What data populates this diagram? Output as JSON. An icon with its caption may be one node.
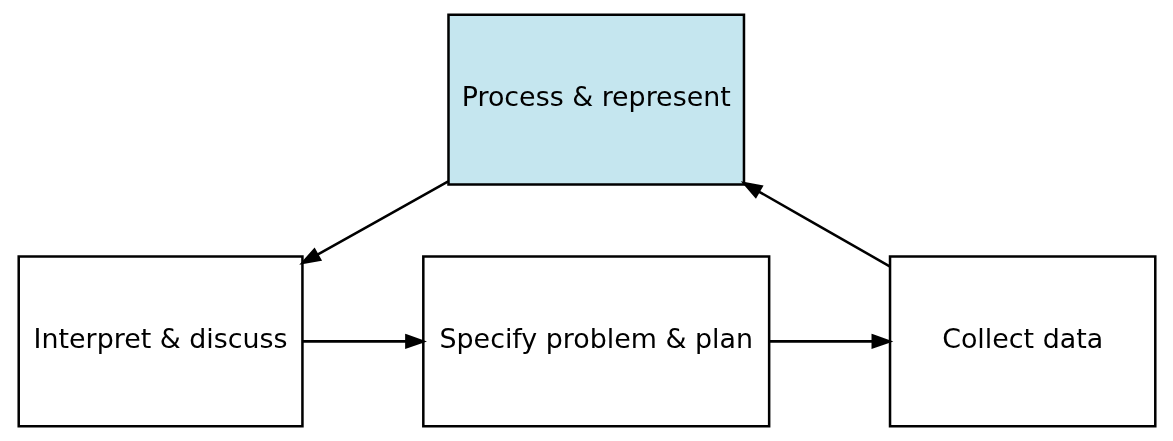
{
  "diagram": {
    "nodes": [
      {
        "text": [
          "Specify problem & plan"
        ]
      },
      {
        "text": [
          "Collect data"
        ]
      },
      {
        "text": [
          "Process & represent"
        ]
      },
      {
        "text": [
          "Interpret & discuss"
        ]
      }
    ],
    "edges": [
      {
        "from": 0,
        "to": 1,
        "arrow": "to"
      },
      {
        "from": 1,
        "to": 2,
        "arrow": "to"
      },
      {
        "from": 2,
        "to": 3,
        "arrow": "to"
      },
      {
        "from": 3,
        "to": 0,
        "arrow": "to"
      }
    ]
  }
}
